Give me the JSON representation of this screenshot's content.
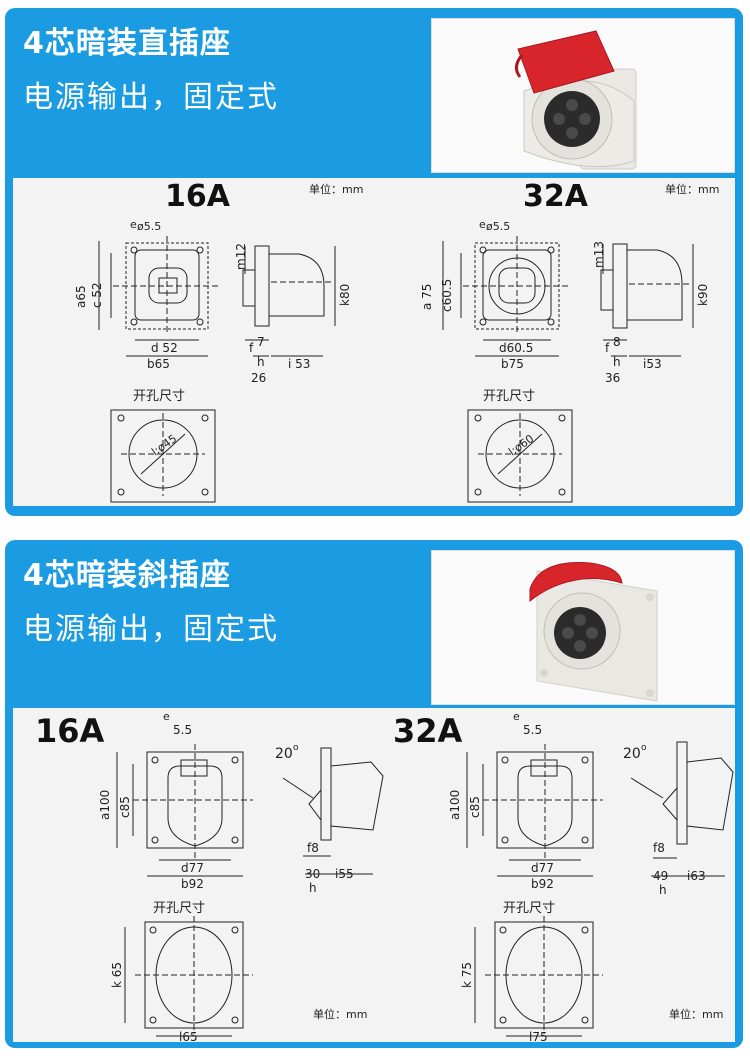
{
  "panel_straight": {
    "title": "4芯暗装直插座",
    "subtitle": "电源输出，固定式",
    "unit": "单位：mm",
    "cutout_label": "开孔尺寸",
    "left": {
      "amp": "16A",
      "e": "e",
      "e_dia": "ø5.5",
      "m": "m12",
      "a": "a65",
      "c": "c 52",
      "k": "k80",
      "d": "d 52",
      "b": "b65",
      "f": "f",
      "f_val": "7",
      "h": "h",
      "h_val": "26",
      "i": "i 53",
      "l": "l:ø45"
    },
    "right": {
      "amp": "32A",
      "e": "e",
      "e_dia": "ø5.5",
      "m": "m13",
      "a": "a 75",
      "c": "c60.5",
      "k": "k90",
      "d": "d60.5",
      "b": "b75",
      "f": "f",
      "f_val": "8",
      "h": "h",
      "h_val": "36",
      "i": "i53",
      "l": "l:ø60"
    }
  },
  "panel_angled": {
    "title": "4芯暗装斜插座",
    "subtitle": "电源输出，固定式",
    "unit": "单位：mm",
    "cutout_label": "开孔尺寸",
    "left": {
      "amp": "16A",
      "e": "e",
      "e_dia": "5.5",
      "a": "a100",
      "c": "c85",
      "d": "d77",
      "b": "b92",
      "angle": "20",
      "f": "f8",
      "h_val": "30",
      "h": "h",
      "i": "i55",
      "k": "k 65",
      "l": "l65"
    },
    "right": {
      "amp": "32A",
      "e": "e",
      "e_dia": "5.5",
      "a": "a100",
      "c": "c85",
      "d": "d77",
      "b": "b92",
      "angle": "20",
      "f": "f8",
      "h_val": "49",
      "h": "h",
      "i": "i63",
      "k": "k 75",
      "l": "l75"
    }
  },
  "colors": {
    "panel_blue": "#1b9be1",
    "socket_red": "#d8242b",
    "socket_body": "#ecebe6"
  }
}
